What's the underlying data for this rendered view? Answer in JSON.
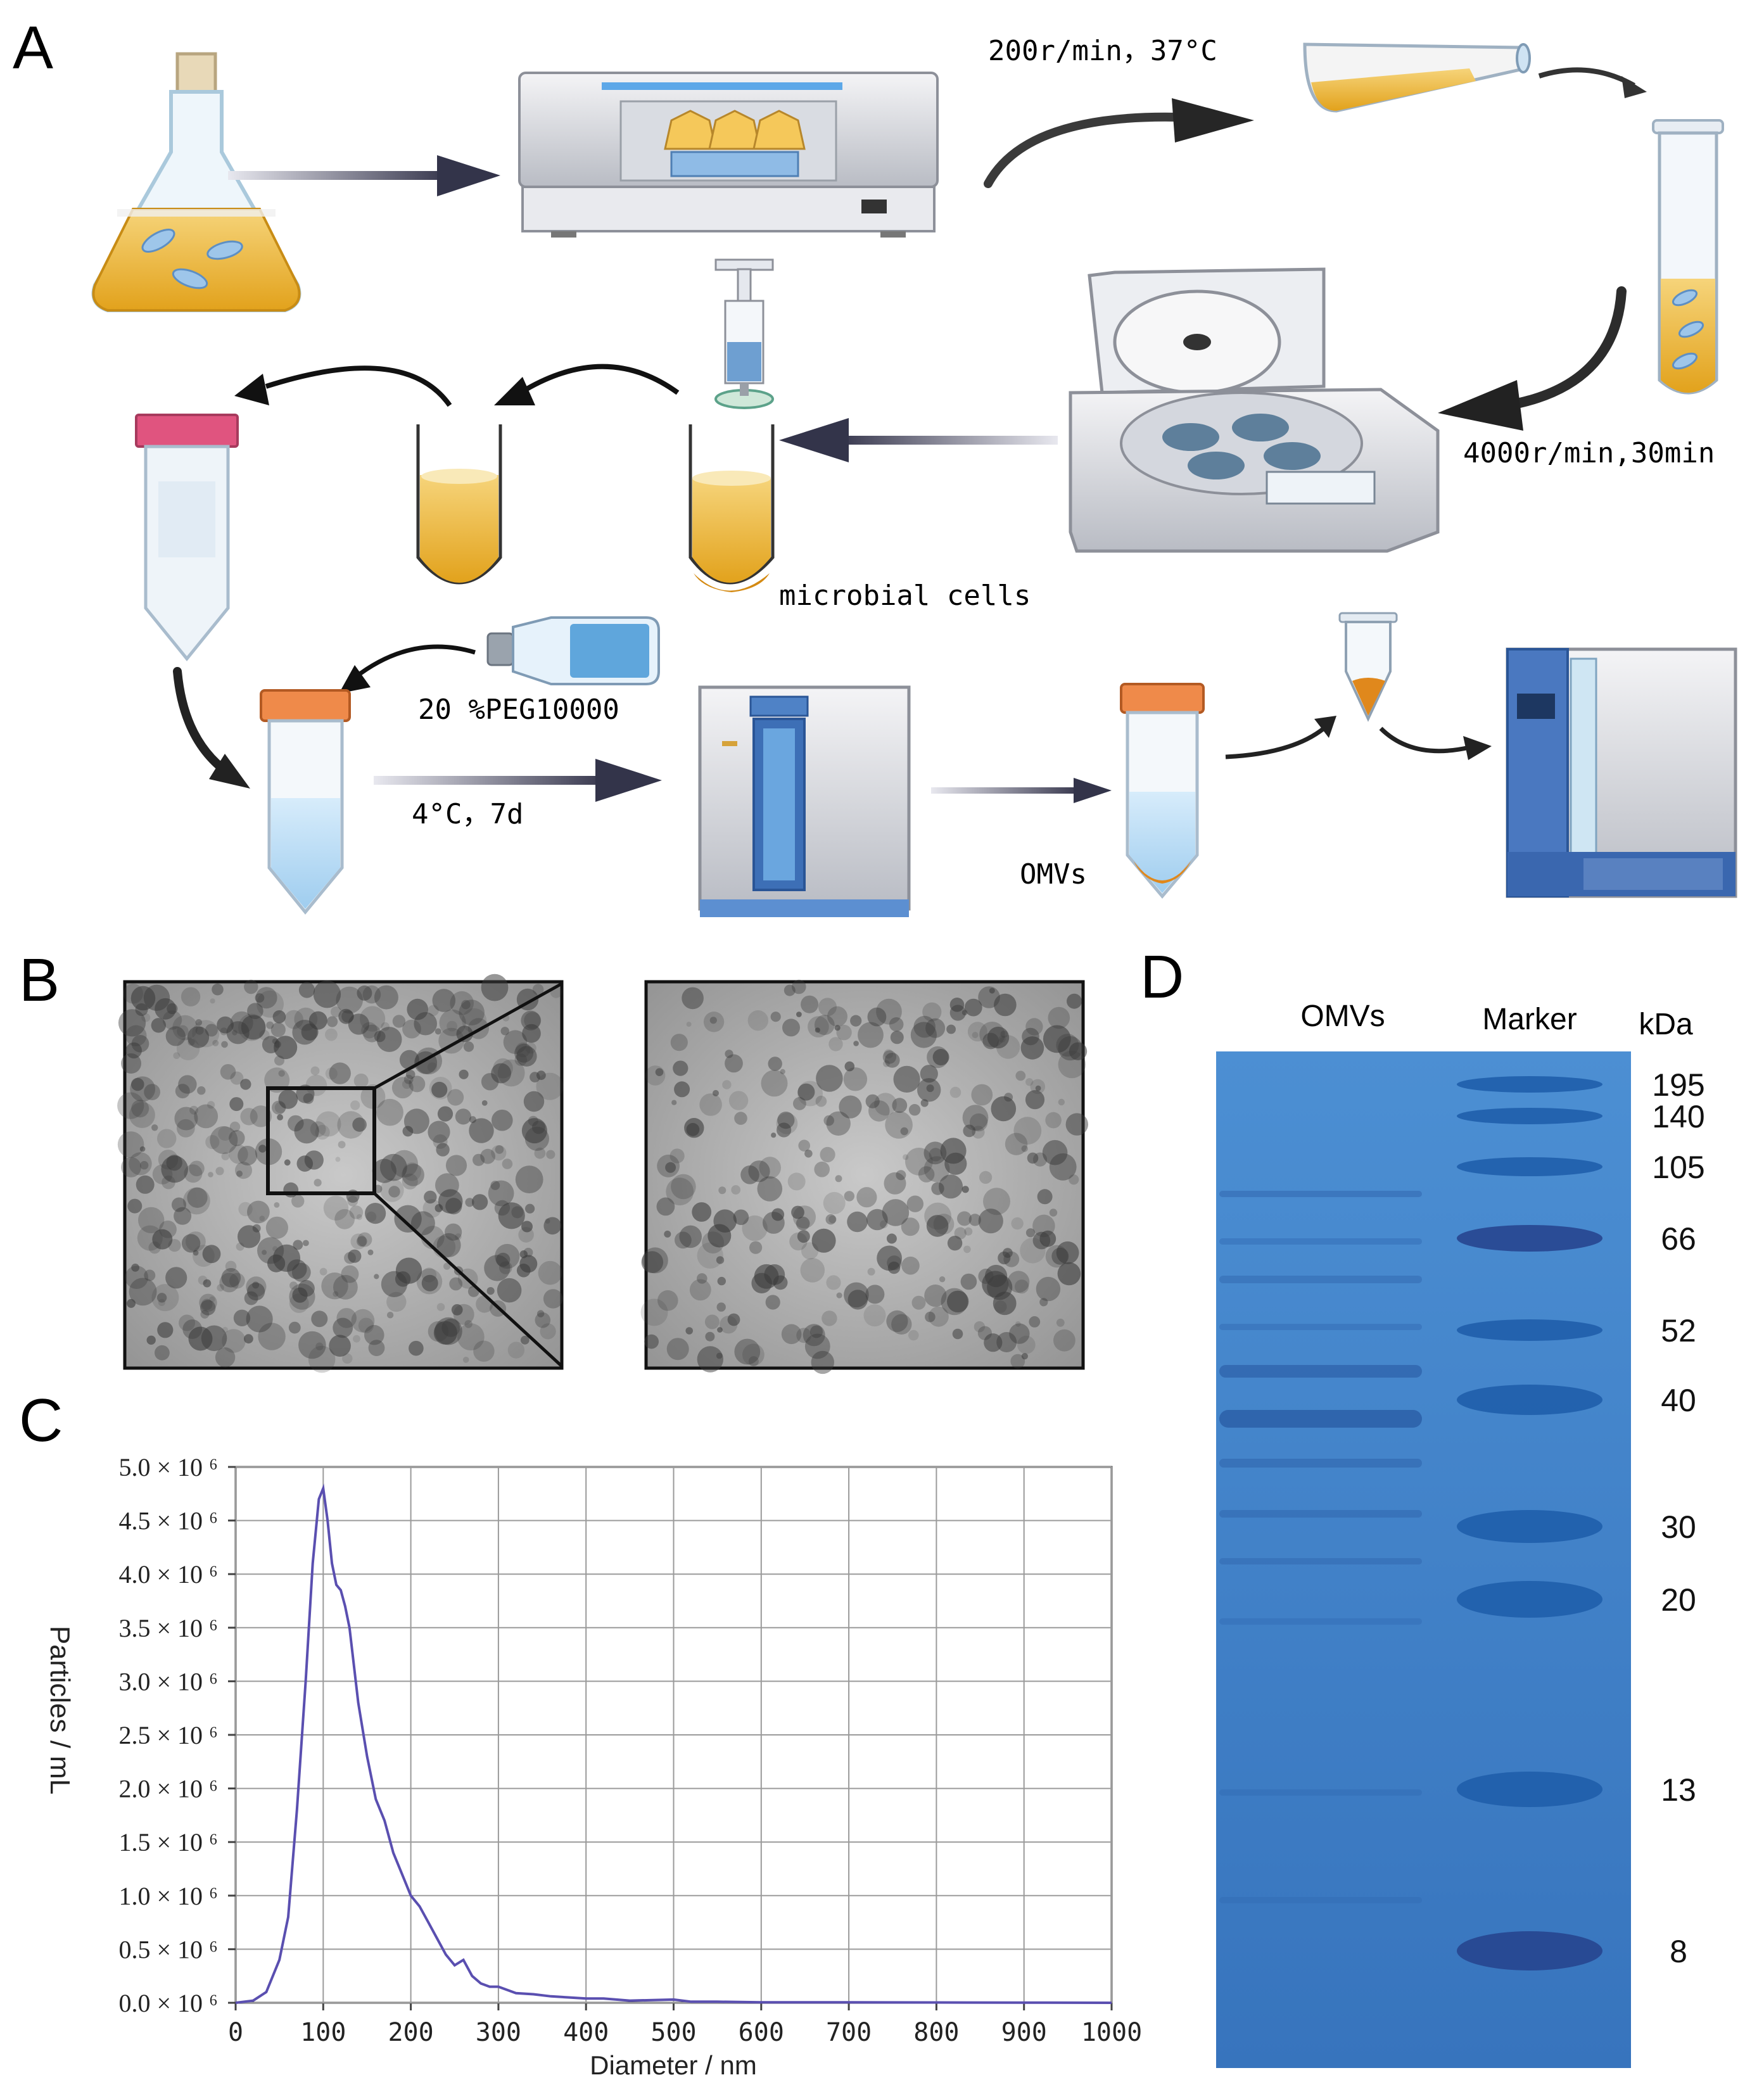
{
  "panels": {
    "a": "A",
    "b": "B",
    "c": "C",
    "d": "D"
  },
  "workflow": {
    "shake_condition": "200r/min，37°C",
    "centrifuge_condition": "4000r/min,30min",
    "cells_label": "microbial cells",
    "peg_label": "20 %PEG10000",
    "incubate_condition": "4°C，7d",
    "omvs_label": "OMVs"
  },
  "gel": {
    "lane_omvs": "OMVs",
    "lane_marker": "Marker",
    "unit": "kDa",
    "marker_sizes": [
      "195",
      "140",
      "105",
      "66",
      "52",
      "40",
      "30",
      "20",
      "13",
      "8"
    ],
    "gel_color": "#3b7bc4"
  },
  "chart_data": {
    "type": "line",
    "xlabel": "Diameter / nm",
    "ylabel": "Particles / mL",
    "xlim": [
      0,
      1000
    ],
    "ylim": [
      0,
      5000000
    ],
    "xticks": [
      "0",
      "100",
      "200",
      "300",
      "400",
      "500",
      "600",
      "700",
      "800",
      "900",
      "1000"
    ],
    "yticks": [
      "0.0 × 10 ⁶",
      "0.5 × 10 ⁶",
      "1.0 × 10 ⁶",
      "1.5 × 10 ⁶",
      "2.0 × 10 ⁶",
      "2.5 × 10 ⁶",
      "3.0 × 10 ⁶",
      "3.5 × 10 ⁶",
      "4.0 × 10 ⁶",
      "4.5 × 10 ⁶",
      "5.0 × 10 ⁶"
    ],
    "grid": true,
    "line_color": "#5a4fb0",
    "series": [
      {
        "x": [
          0,
          20,
          35,
          50,
          60,
          70,
          80,
          88,
          95,
          100,
          105,
          110,
          115,
          120,
          125,
          130,
          140,
          150,
          160,
          170,
          180,
          190,
          200,
          210,
          220,
          230,
          240,
          250,
          260,
          270,
          280,
          290,
          300,
          320,
          340,
          360,
          380,
          400,
          420,
          450,
          500,
          520,
          550,
          600,
          700,
          800,
          900,
          1000
        ],
        "y": [
          0,
          20000,
          100000,
          400000,
          800000,
          1800000,
          3000000,
          4100000,
          4700000,
          4800000,
          4500000,
          4100000,
          3900000,
          3850000,
          3700000,
          3500000,
          2800000,
          2300000,
          1900000,
          1700000,
          1400000,
          1200000,
          1000000,
          900000,
          750000,
          600000,
          450000,
          350000,
          400000,
          250000,
          180000,
          150000,
          150000,
          90000,
          80000,
          60000,
          50000,
          40000,
          40000,
          20000,
          30000,
          10000,
          10000,
          5000,
          5000,
          3000,
          2000,
          0
        ]
      }
    ]
  }
}
